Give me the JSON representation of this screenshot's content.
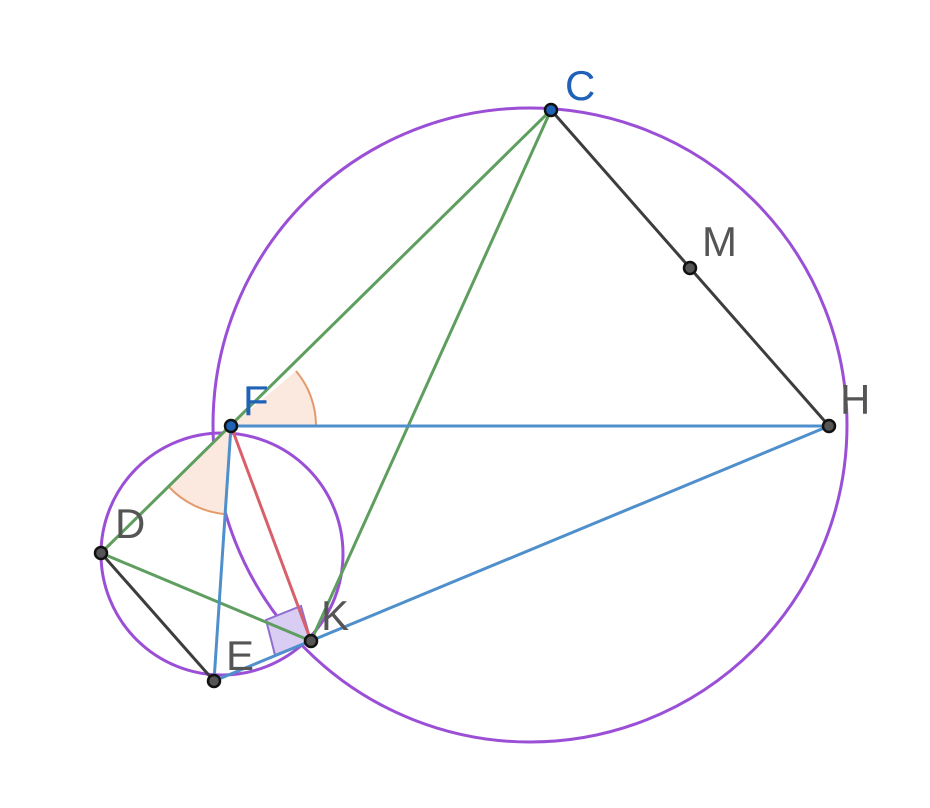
{
  "colors": {
    "background": "#ffffff",
    "circle": "#9b4fd6",
    "green_segment": "#5e9e5e",
    "blue_segment": "#4f8fcc",
    "dark_segment": "#3d3d3d",
    "red_segment": "#d9606a",
    "angle_fill": "#fbe9df",
    "angle_stroke": "#e39a6d",
    "right_angle_fill": "#d9cdf3",
    "right_angle_stroke": "#8f6fd0",
    "point_fill_dark": "#555555",
    "point_fill_blue": "#1f62b8",
    "label_dark": "#555555",
    "label_blue": "#1f62b8"
  },
  "points": {
    "C": {
      "label": "C"
    },
    "M": {
      "label": "M"
    },
    "F": {
      "label": "F"
    },
    "H": {
      "label": "H"
    },
    "D": {
      "label": "D"
    },
    "K": {
      "label": "K"
    },
    "E": {
      "label": "E"
    }
  }
}
